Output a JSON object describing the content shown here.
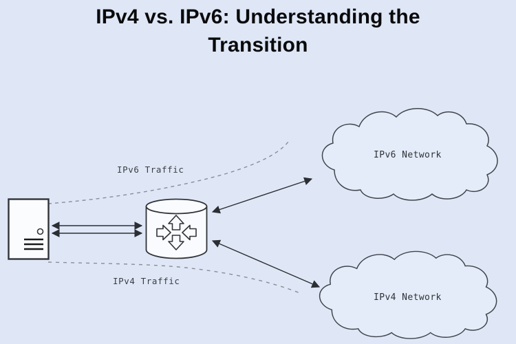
{
  "header": {
    "title": "IPv4 vs. IPv6: Understanding the Transition"
  },
  "diagram": {
    "traffic_labels": {
      "ipv6": "IPv6 Traffic",
      "ipv4": "IPv4 Traffic"
    },
    "network_labels": {
      "ipv6": "IPv6 Network",
      "ipv4": "IPv4 Network"
    },
    "colors": {
      "background": "#dfe7f6",
      "title_text": "#0a0a0c",
      "label_text": "#3a3e45",
      "shape_outline": "#2f3338",
      "solid_arrow": "#2b2e33",
      "dashed_flow": "#878d99",
      "shape_fill": "#fafbfe",
      "cloud_fill": "#e4ecf9"
    }
  }
}
